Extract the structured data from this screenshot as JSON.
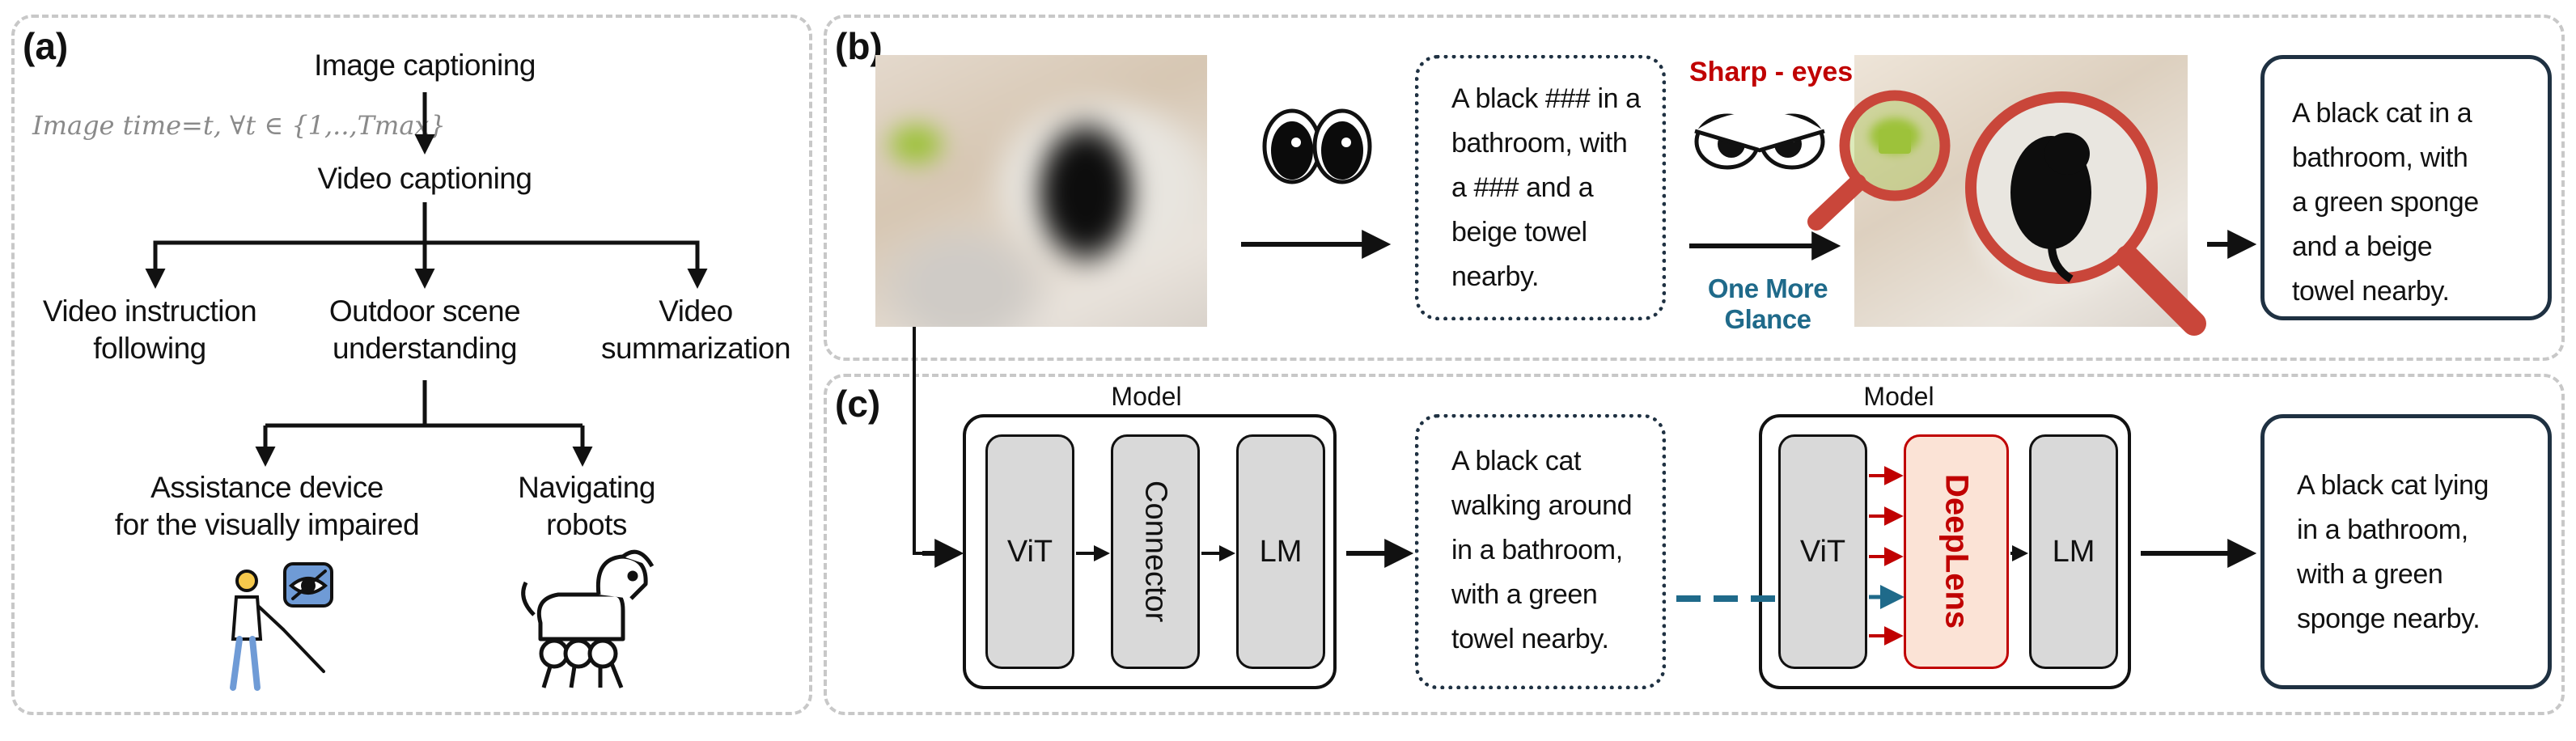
{
  "panel_a": {
    "label": "(a)",
    "image_captioning": "Image captioning",
    "formula": "Image time=t, ∀t ∈ {1,..,Tmax}",
    "video_captioning": "Video captioning",
    "video_instruction": [
      "Video instruction",
      "following"
    ],
    "outdoor_scene": [
      "Outdoor scene",
      "understanding"
    ],
    "video_summarization": [
      "Video",
      "summarization"
    ],
    "assistance_device": [
      "Assistance device",
      "for the visually impaired"
    ],
    "navigating_robots": [
      "Navigating",
      "robots"
    ]
  },
  "panel_b": {
    "label": "(b)",
    "caption_masked": [
      "A black ### in a",
      "bathroom, with",
      "a  ### and a",
      "beige towel",
      "nearby."
    ],
    "sharp_eyes": "Sharp - eyes",
    "one_more_glance": [
      "One More",
      "Glance"
    ],
    "caption_result": [
      "A black cat in a",
      "bathroom, with",
      "a green sponge",
      "and a beige",
      "towel nearby."
    ]
  },
  "panel_c": {
    "label": "(c)",
    "model_title_left": "Model",
    "model_title_right": "Model",
    "vit_left": "ViT",
    "connector": "Connector",
    "lm_left": "LM",
    "caption_baseline": [
      "A black cat",
      "walking around",
      "in a bathroom,",
      "with a green",
      "towel nearby."
    ],
    "vit_right": "ViT",
    "deeplens": "DeepLens",
    "lm_right": "LM",
    "caption_deeplens": [
      "A black cat lying",
      "in a bathroom,",
      "with a green",
      "sponge nearby."
    ]
  },
  "colors": {
    "sharp_eyes_red": "#c00000",
    "glance_teal": "#1f6a8a",
    "deeplens_fill": "#fbe3d6",
    "deeplens_text": "#c00000",
    "lens_red": "#c9463a",
    "box_border": "#1f3142"
  }
}
